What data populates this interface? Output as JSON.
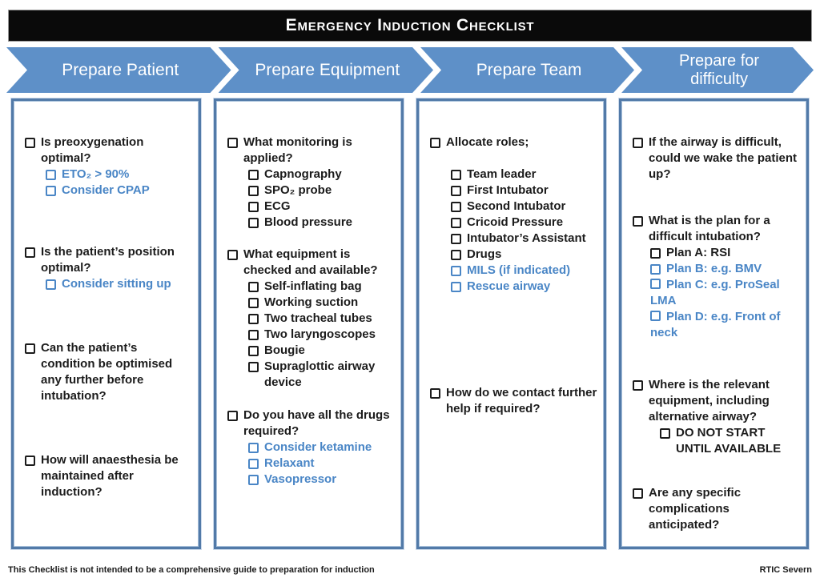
{
  "title": "Emergency Induction Checklist",
  "colors": {
    "banner_bg": "#0a0a0a",
    "arrow_blue": "#5e90c8",
    "accent_blue": "#4a86c6",
    "border_blue": "#527aa8"
  },
  "steps": [
    "Prepare Patient",
    "Prepare Equipment",
    "Prepare Team",
    "Prepare for difficulty"
  ],
  "columns": [
    {
      "step": "Prepare Patient",
      "items": [
        {
          "text": "Is preoxygenation optimal?",
          "lvl": 1,
          "c": "k",
          "mt": 30
        },
        {
          "text": "ETO₂ > 90%",
          "lvl": 2,
          "c": "b"
        },
        {
          "text": "Consider CPAP",
          "lvl": 2,
          "c": "b"
        },
        {
          "text": "Is the patient’s position optimal?",
          "lvl": 1,
          "c": "k",
          "mt": 57
        },
        {
          "text": "Consider sitting up",
          "lvl": 2,
          "c": "b"
        },
        {
          "text": "Can the patient’s condition be optimised any further before intubation?",
          "lvl": 1,
          "c": "k",
          "mt": 60
        },
        {
          "text": "How will anaesthesia be maintained after induction?",
          "lvl": 1,
          "c": "k",
          "mt": 60
        }
      ]
    },
    {
      "step": "Prepare Equipment",
      "items": [
        {
          "text": "What monitoring is applied?",
          "lvl": 1,
          "c": "k",
          "mt": 30
        },
        {
          "text": "Capnography",
          "lvl": 2,
          "c": "k"
        },
        {
          "text": "SPO₂ probe",
          "lvl": 2,
          "c": "k"
        },
        {
          "text": "ECG",
          "lvl": 2,
          "c": "k"
        },
        {
          "text": "Blood pressure",
          "lvl": 2,
          "c": "k"
        },
        {
          "text": "What equipment is checked and available?",
          "lvl": 1,
          "c": "k",
          "mt": 20
        },
        {
          "text": "Self-inflating bag",
          "lvl": 2,
          "c": "k"
        },
        {
          "text": "Working suction",
          "lvl": 2,
          "c": "k"
        },
        {
          "text": "Two tracheal tubes",
          "lvl": 2,
          "c": "k"
        },
        {
          "text": "Two laryngoscopes",
          "lvl": 2,
          "c": "k"
        },
        {
          "text": "Bougie",
          "lvl": 2,
          "c": "k"
        },
        {
          "text": "Supraglottic airway device",
          "lvl": 2,
          "c": "k"
        },
        {
          "text": "Do you have all the drugs required?",
          "lvl": 1,
          "c": "k",
          "mt": 21
        },
        {
          "text": "Consider ketamine",
          "lvl": 2,
          "c": "b"
        },
        {
          "text": "Relaxant",
          "lvl": 2,
          "c": "b"
        },
        {
          "text": "Vasopressor",
          "lvl": 2,
          "c": "b"
        }
      ]
    },
    {
      "step": "Prepare Team",
      "items": [
        {
          "text": "Allocate roles;",
          "lvl": 1,
          "c": "k",
          "mt": 30
        },
        {
          "text": "Team leader",
          "lvl": 2,
          "c": "k",
          "mt": 20
        },
        {
          "text": "First Intubator",
          "lvl": 2,
          "c": "k"
        },
        {
          "text": "Second Intubator",
          "lvl": 2,
          "c": "k"
        },
        {
          "text": "Cricoid Pressure",
          "lvl": 2,
          "c": "k"
        },
        {
          "text": "Intubator’s Assistant",
          "lvl": 2,
          "c": "k"
        },
        {
          "text": "Drugs",
          "lvl": 2,
          "c": "k"
        },
        {
          "text": "MILS (if indicated)",
          "lvl": 2,
          "c": "b"
        },
        {
          "text": "Rescue airway",
          "lvl": 2,
          "c": "b"
        },
        {
          "text": "How do we contact further help if required?",
          "lvl": 1,
          "c": "k",
          "mt": 113
        }
      ]
    },
    {
      "step": "Prepare for difficulty",
      "items": [
        {
          "text": "If the airway is difficult, could we wake the patient up?",
          "lvl": 1,
          "c": "k",
          "mt": 30
        },
        {
          "text": "What is the plan for a difficult intubation?",
          "lvl": 1,
          "c": "k",
          "mt": 38
        },
        {
          "text": "Plan A: RSI",
          "lvl": 2,
          "c": "k",
          "indent": 22
        },
        {
          "text": "Plan B: e.g. BMV",
          "lvl": 2,
          "c": "b",
          "indent": 22
        },
        {
          "text": "Plan C: e.g. ProSeal LMA",
          "lvl": 2,
          "c": "b",
          "indent": 22,
          "nohang": true
        },
        {
          "text": "Plan D: e.g. Front of neck",
          "lvl": 2,
          "c": "b",
          "indent": 22,
          "nohang": true
        },
        {
          "text": "Where is the relevant equipment, including alternative airway?",
          "lvl": 1,
          "c": "k",
          "mt": 45
        },
        {
          "text": "DO NOT START UNTIL AVAILABLE",
          "lvl": 2,
          "c": "k",
          "indent": 34
        },
        {
          "text": "Are any specific complications anticipated?",
          "lvl": 1,
          "c": "k",
          "mt": 35
        }
      ]
    }
  ],
  "footer": {
    "disclaimer": "This Checklist is not intended to be a comprehensive guide to preparation for induction",
    "credit": "RTIC Severn"
  }
}
